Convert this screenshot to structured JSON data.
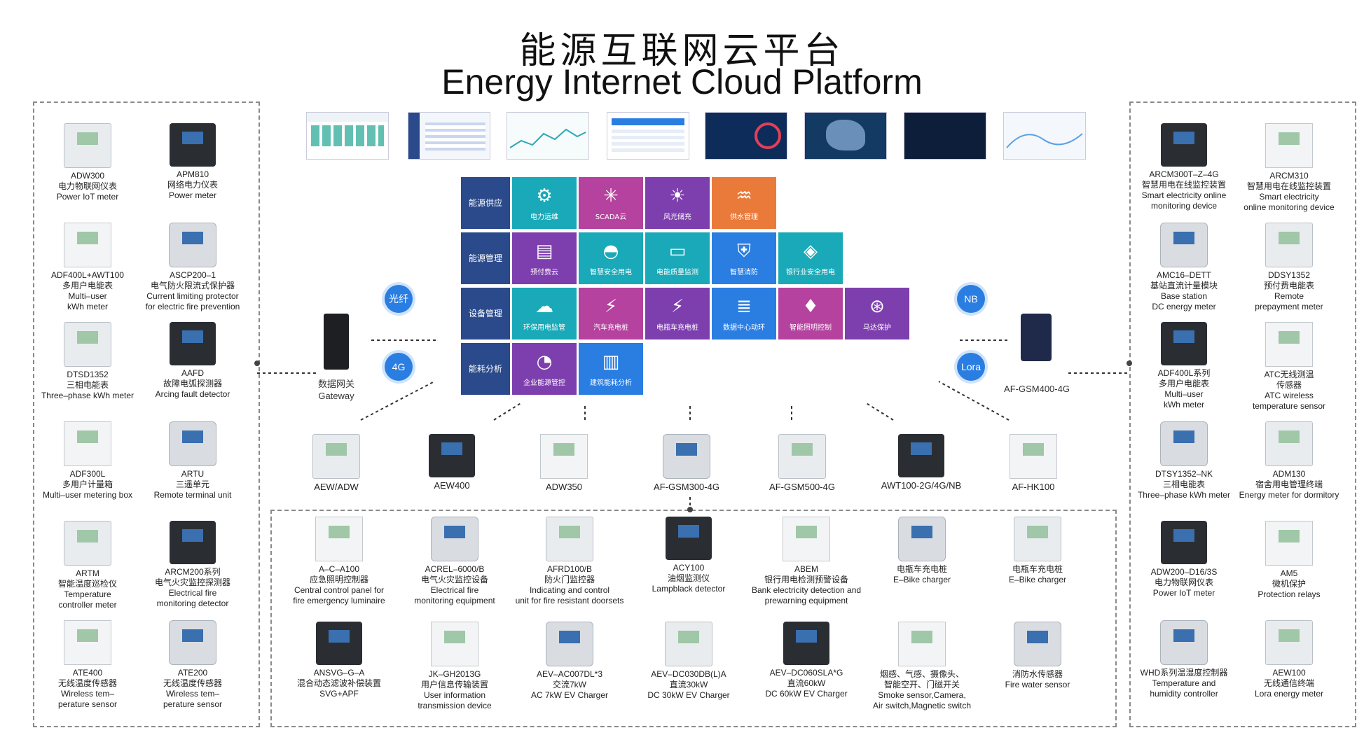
{
  "title": {
    "cn": "能源互联网云平台",
    "en": "Energy Internet Cloud Platform"
  },
  "platform": {
    "rows": [
      {
        "label": "能源供应",
        "tiles": [
          {
            "label": "电力运维",
            "icon": "gear-icon",
            "color": "#19a9b8"
          },
          {
            "label": "SCADA云",
            "icon": "snowflake-icon",
            "color": "#b4429e"
          },
          {
            "label": "风光储充",
            "icon": "wind-solar-icon",
            "color": "#7e3fae"
          },
          {
            "label": "供水管理",
            "icon": "water-icon",
            "color": "#ea7a3a"
          }
        ]
      },
      {
        "label": "能源管理",
        "tiles": [
          {
            "label": "预付费云",
            "icon": "prepay-icon",
            "color": "#7e3fae"
          },
          {
            "label": "智慧安全用电",
            "icon": "gauge-icon",
            "color": "#19a9b8"
          },
          {
            "label": "电能质量监测",
            "icon": "monitor-icon",
            "color": "#19a9b8"
          },
          {
            "label": "智慧消防",
            "icon": "shield-icon",
            "color": "#2a7de1"
          },
          {
            "label": "银行业安全用电",
            "icon": "diamond-icon",
            "color": "#19a9b8"
          }
        ]
      },
      {
        "label": "设备管理",
        "tiles": [
          {
            "label": "环保用电监管",
            "icon": "cloud-icon",
            "color": "#19a9b8"
          },
          {
            "label": "汽车充电桩",
            "icon": "charger-icon",
            "color": "#b4429e"
          },
          {
            "label": "电瓶车充电桩",
            "icon": "ebike-charger-icon",
            "color": "#7e3fae"
          },
          {
            "label": "数据中心动环",
            "icon": "database-icon",
            "color": "#2a7de1"
          },
          {
            "label": "智能照明控制",
            "icon": "bulb-icon",
            "color": "#b4429e"
          },
          {
            "label": "马达保护",
            "icon": "motor-icon",
            "color": "#7e3fae"
          }
        ]
      },
      {
        "label": "能耗分析",
        "tiles": [
          {
            "label": "企业能源管控",
            "icon": "pie-icon",
            "color": "#7e3fae"
          },
          {
            "label": "建筑能耗分析",
            "icon": "building-icon",
            "color": "#2a7de1"
          }
        ]
      }
    ]
  },
  "badges": {
    "fiber": "光纤",
    "g4": "4G",
    "nb": "NB",
    "lora": "Lora"
  },
  "gateway": {
    "cn": "数据网关",
    "en": "Gateway"
  },
  "right_gateway": "AF-GSM400-4G",
  "middle_devices": [
    "AEW/ADW",
    "AEW400",
    "ADW350",
    "AF-GSM300-4G",
    "AF-GSM500-4G",
    "AWT100-2G/4G/NB",
    "AF-HK100"
  ],
  "left_products": [
    "ADW300\n电力物联网仪表\nPower IoT meter",
    "APM810\n网络电力仪表\nPower meter",
    "ADF400L+AWT100\n多用户电能表\nMulti–user\nkWh meter",
    "ASCP200–1\n电气防火限流式保护器\nCurrent limiting protector\nfor electric fire prevention",
    "DTSD1352\n三相电能表\nThree–phase kWh meter",
    "AAFD\n故障电弧探测器\nArcing fault detector",
    "ADF300L\n多用户计量箱\nMulti–user metering box",
    "ARTU\n三遥单元\nRemote terminal unit",
    "ARTM\n智能温度巡检仪\nTemperature\ncontroller meter",
    "ARCM200系列\n电气火灾监控探测器\nElectrical fire\nmonitoring detector",
    "ATE400\n无线温度传感器\nWireless tem–\nperature sensor",
    "ATE200\n无线温度传感器\nWireless tem–\nperature sensor"
  ],
  "right_products": [
    "ARCM300T–Z–4G\n智慧用电在线监控装置\nSmart electricity online\nmonitoring device",
    "ARCM310\n智慧用电在线监控装置\nSmart electricity\nonline monitoring device",
    "AMC16–DETT\n基站直流计量模块\nBase station\nDC energy meter",
    "DDSY1352\n预付费电能表\nRemote\nprepayment meter",
    "ADF400L系列\n多用户电能表\nMulti–user\nkWh meter",
    "ATC无线测温\n传感器\nATC wireless\ntemperature sensor",
    "DTSY1352–NK\n三相电能表\nThree–phase kWh meter",
    "ADM130\n宿舍用电管理终端\nEnergy meter for dormitory",
    "ADW200–D16/3S\n电力物联网仪表\nPower IoT meter",
    "AM5\n微机保护\nProtection relays",
    "WHD系列温湿度控制器\nTemperature and\nhumidity controller",
    "AEW100\n无线通信终端\nLora energy meter"
  ],
  "bottom_products": [
    "A–C–A100\n应急照明控制器\nCentral control panel for\nfire emergency luminaire",
    "ACREL–6000/B\n电气火灾监控设备\nElectrical fire\nmonitoring equipment",
    "AFRD100/B\n防火门监控器\nIndicating and control\nunit for fire resistant doorsets",
    "ACY100\n油烟监测仪\nLampblack detector",
    "ABEM\n银行用电检测预警设备\nBank electricity detection and\nprewarning equipment",
    "电瓶车充电桩\nE–Bike charger",
    "电瓶车充电桩\nE–Bike charger",
    "ANSVG–G–A\n混合动态滤波补偿装置\nSVG+APF",
    "JK–GH2013G\n用户信息传输装置\nUser information\ntransmission device",
    "AEV–AC007DL*3\n交流7kW\nAC 7kW EV Charger",
    "AEV–DC030DB(L)A\n直流30kW\nDC 30kW EV Charger",
    "AEV–DC060SLA*G\n直流60kW\nDC 60kW EV Charger",
    "烟感、气感、摄像头、\n智能空开、门磁开关\nSmoke sensor,Camera,\nAir switch,Magnetic switch",
    "消防水传感器\nFire water sensor"
  ],
  "colors": {
    "teal": "#19a9b8",
    "purple": "#7e3fae",
    "magenta": "#b4429e",
    "blue": "#2a7de1",
    "navy": "#2b4a8b",
    "orange": "#ea7a3a"
  }
}
